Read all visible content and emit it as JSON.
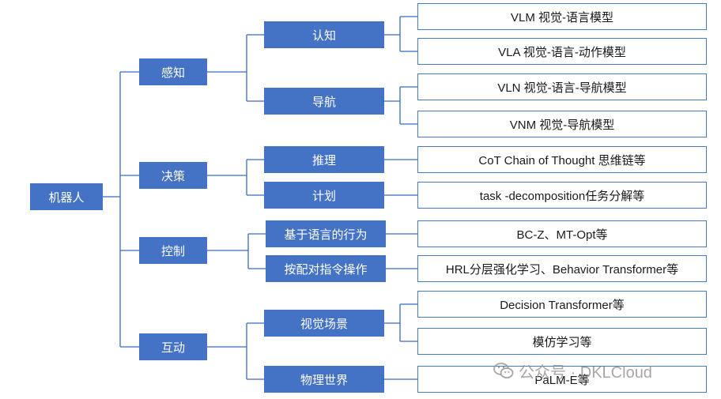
{
  "root": {
    "label": "机器人"
  },
  "branches": [
    {
      "label": "感知",
      "children": [
        {
          "label": "认知",
          "leaves": [
            "VLM 视觉-语言模型",
            "VLA 视觉-语言-动作模型"
          ]
        },
        {
          "label": "导航",
          "leaves": [
            "VLN 视觉-语言-导航模型",
            "VNM 视觉-导航模型"
          ]
        }
      ]
    },
    {
      "label": "决策",
      "children": [
        {
          "label": "推理",
          "leaves": [
            "CoT Chain of Thought 思维链等"
          ]
        },
        {
          "label": "计划",
          "leaves": [
            "task -decomposition任务分解等"
          ]
        }
      ]
    },
    {
      "label": "控制",
      "children": [
        {
          "label": "基于语言的行为",
          "leaves": [
            "BC-Z、MT-Opt等"
          ]
        },
        {
          "label": "按配对指令操作",
          "leaves": [
            "HRL分层强化学习、Behavior Transformer等"
          ]
        }
      ]
    },
    {
      "label": "互动",
      "children": [
        {
          "label": "视觉场景",
          "leaves": [
            "Decision Transformer等",
            "模仿学习等"
          ]
        },
        {
          "label": "物理世界",
          "leaves": [
            "PaLM-E等"
          ]
        }
      ]
    }
  ],
  "watermark": {
    "text": "公众号 · DKLCloud",
    "icon": "wechat-icon"
  },
  "colors": {
    "node_fill": "#4472c4",
    "node_text": "#ffffff",
    "leaf_border": "#4a78c8",
    "connector": "#3b6bc4"
  }
}
